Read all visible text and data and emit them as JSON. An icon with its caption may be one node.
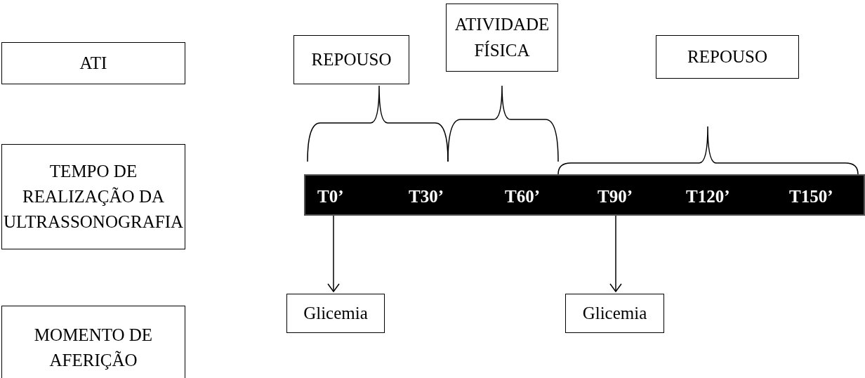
{
  "diagram": {
    "nodes": [
      {
        "text": [
          "ATI"
        ]
      },
      {
        "text": [
          "REPOUSO"
        ]
      },
      {
        "text": [
          "ATIVIDADE FÍSICA"
        ]
      },
      {
        "text": [
          "REPOUSO"
        ]
      },
      {
        "text": [
          "TEMPO DE REALIZAÇÃO DA ULTRASSONOGRAFIA"
        ]
      },
      {
        "text": [],
        "shape": "bar"
      },
      {
        "text": [
          "T0’"
        ],
        "in": 5
      },
      {
        "text": [
          "T30’"
        ],
        "in": 5
      },
      {
        "text": [
          "T60’"
        ],
        "in": 5
      },
      {
        "text": [
          "T90’"
        ],
        "in": 5
      },
      {
        "text": [
          "T120’"
        ],
        "in": 5
      },
      {
        "text": [
          "T150’"
        ],
        "in": 5
      },
      {
        "text": [
          "MOMENTO DE AFERIÇÃO"
        ]
      },
      {
        "text": [
          "Glicemia"
        ]
      },
      {
        "text": [
          "Glicemia"
        ]
      }
    ],
    "edges": [
      {
        "from": 6,
        "to": 13,
        "arrow": "to"
      },
      {
        "from": 9,
        "to": 14,
        "arrow": "to"
      }
    ]
  }
}
